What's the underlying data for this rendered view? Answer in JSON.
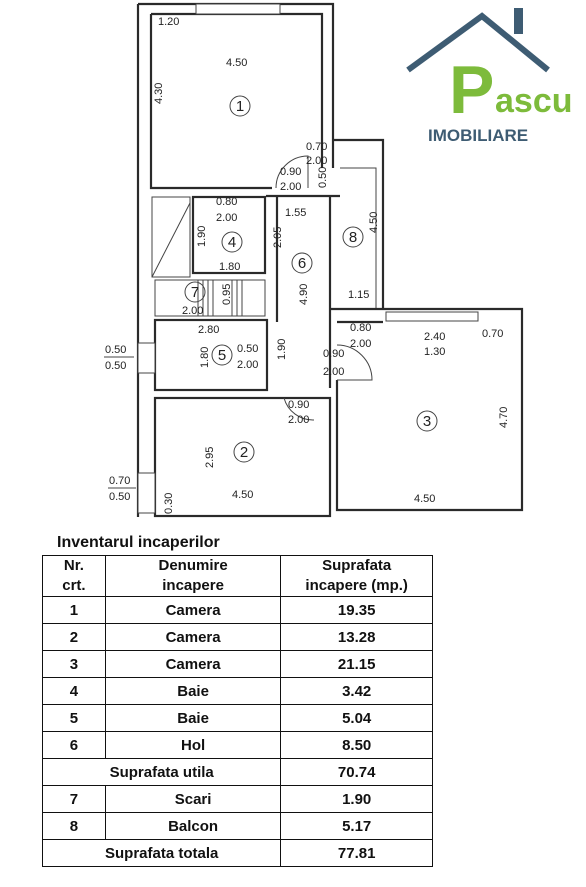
{
  "plan": {
    "dims": {
      "d1": "1.20",
      "d2": "4.50",
      "d3": "4.30",
      "d4": "0.70",
      "d5": "2.00",
      "d6": "0.50",
      "d7": "0.90",
      "d8": "2.00",
      "d9": "0.80",
      "d10": "2.00",
      "d11": "1.55",
      "d12": "1.90",
      "d13": "2.05",
      "d14": "4.50",
      "d15": "1.80",
      "d16": "4.90",
      "d17": "0.95",
      "d18": "2.00",
      "d19": "1.15",
      "d20": "2.80",
      "d21": "0.80",
      "d22": "2.00",
      "d23": "2.40",
      "d24": "1.30",
      "d25": "0.70",
      "d26": "0.50",
      "d27": "0.50",
      "d28": "0.50",
      "d29": "1.80",
      "d30": "2.00",
      "d31": "1.90",
      "d32": "0.90",
      "d33": "2.00",
      "d34": "0.90",
      "d35": "2.00",
      "d36": "2.95",
      "d37": "4.70",
      "d38": "0.70",
      "d39": "0.50",
      "d40": "0.30",
      "d41": "4.50",
      "d42": "4.50"
    },
    "rooms": {
      "r1": "1",
      "r2": "2",
      "r3": "3",
      "r4": "4",
      "r5": "5",
      "r6": "6",
      "r7": "7",
      "r8": "8"
    }
  },
  "logo": {
    "letter": "P",
    "word": "ascu",
    "tagline": "IMOBILIARE"
  },
  "inventory": {
    "title": "Inventarul incaperilor",
    "headers": {
      "nr_a": "Nr.",
      "nr_b": "crt.",
      "name_a": "Denumire",
      "name_b": "incapere",
      "area_a": "Suprafata",
      "area_b": "incapere (mp.)"
    },
    "rows": [
      {
        "nr": "1",
        "name": "Camera",
        "area": "19.35"
      },
      {
        "nr": "2",
        "name": "Camera",
        "area": "13.28"
      },
      {
        "nr": "3",
        "name": "Camera",
        "area": "21.15"
      },
      {
        "nr": "4",
        "name": "Baie",
        "area": "3.42"
      },
      {
        "nr": "5",
        "name": "Baie",
        "area": "5.04"
      },
      {
        "nr": "6",
        "name": "Hol",
        "area": "8.50"
      }
    ],
    "subtotal": {
      "label": "Suprafata utila",
      "value": "70.74"
    },
    "extra_rows": [
      {
        "nr": "7",
        "name": "Scari",
        "area": "1.90"
      },
      {
        "nr": "8",
        "name": "Balcon",
        "area": "5.17"
      }
    ],
    "total": {
      "label": "Suprafata totala",
      "value": "77.81"
    }
  },
  "colors": {
    "logo_green": "#7dbb3b",
    "logo_roof": "#3e5c73"
  }
}
